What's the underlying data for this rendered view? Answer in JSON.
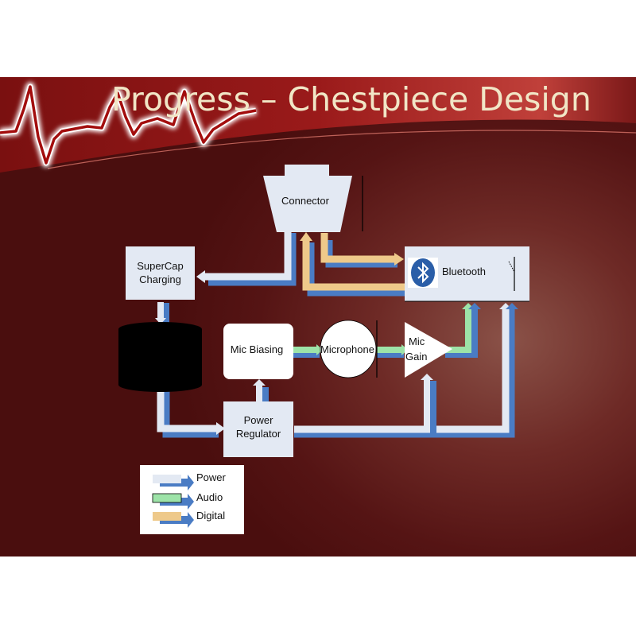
{
  "slide": {
    "title": "Progress – Chestpiece Design"
  },
  "blocks": {
    "connector": "Connector",
    "bluetooth": "Bluetooth",
    "supercap": [
      "SuperCap",
      "Charging"
    ],
    "mic_biasing": "Mic Biasing",
    "microphone": "Microphone",
    "mic_gain": [
      "Mic",
      "Gain"
    ],
    "power_regulator": [
      "Power",
      "Regulator"
    ]
  },
  "legend": {
    "items": [
      {
        "label": "Power",
        "color": "#e3e9f3"
      },
      {
        "label": "Audio",
        "color": "#9de3a8"
      },
      {
        "label": "Digital",
        "color": "#eec98a"
      }
    ],
    "shadow_color": "#4a7cc4"
  },
  "icons": {
    "bluetooth": "bluetooth-icon",
    "heartbeat": "heartbeat-icon",
    "antenna": "antenna-icon"
  }
}
